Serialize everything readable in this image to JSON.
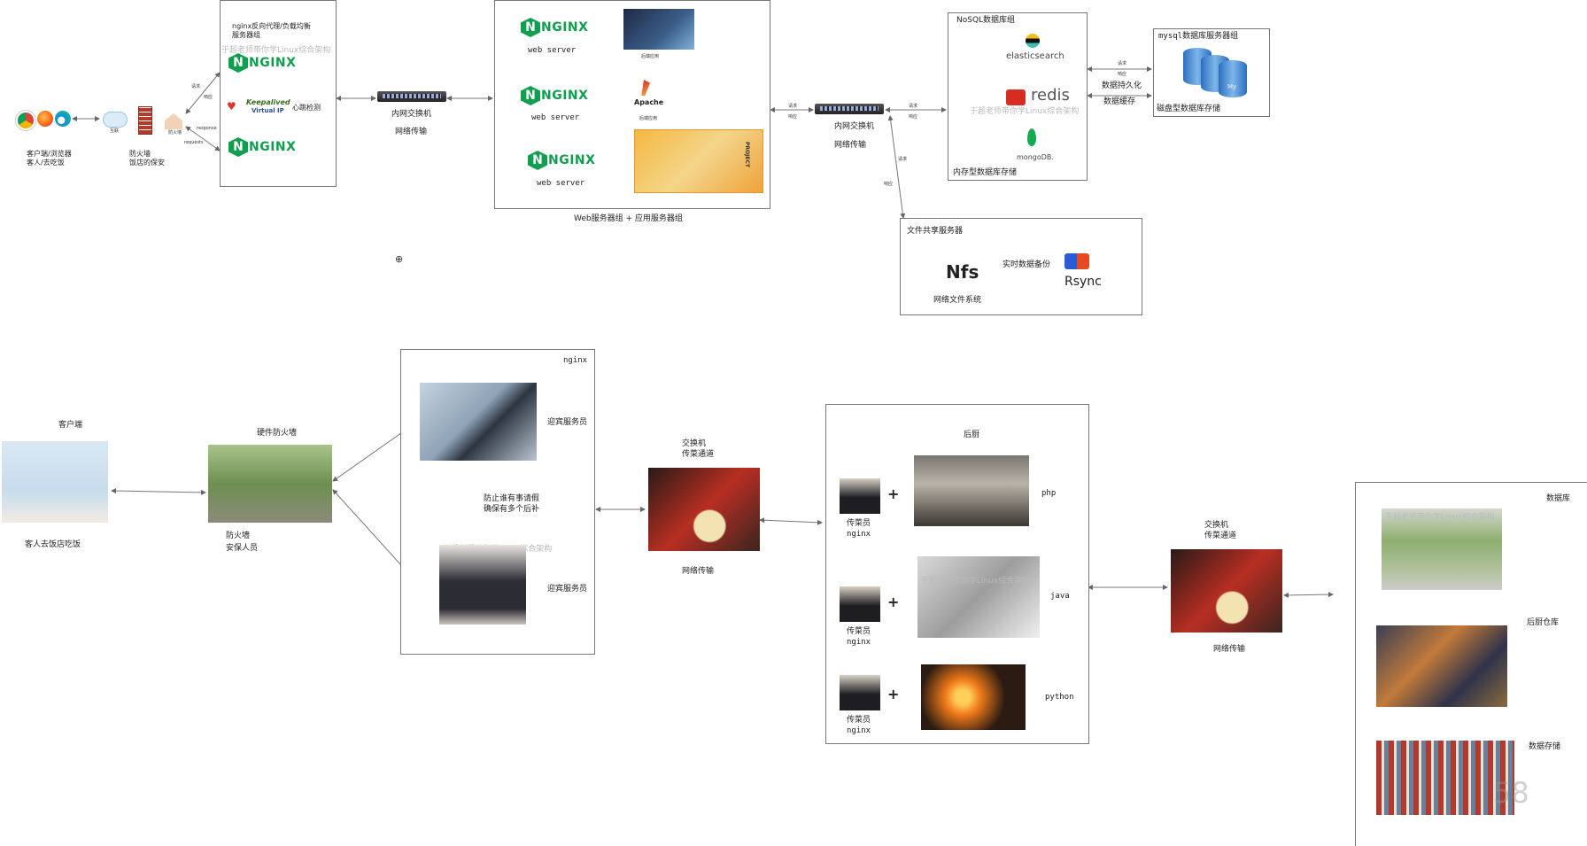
{
  "top": {
    "client_label": "客户端/浏览器",
    "client_sub": "客人/去吃饭",
    "firewall_label": "防火墙",
    "firewall_sub": "饭店的保安",
    "cloud_label": "互联",
    "firewall_icon_label": "防火墙",
    "request_label": "请求",
    "response_label_cn": "响应",
    "response_label": "response",
    "requests_label": "requests",
    "lb_group_title": "nginx反向代理/负载均衡",
    "lb_group_title2": "服务器组",
    "nginx_logo": "NGINX",
    "keepalived_label": "Keepalived",
    "keepalived_sub": "Virtual IP",
    "heartbeat_label": "心跳检测",
    "switch1_label": "内网交换机",
    "switch1_sub": "网络传输",
    "web_server_label": "web server",
    "backend_app_label": "后端应用",
    "apache_label": "Apache",
    "web_group_title": "Web服务器组 + 应用服务器组",
    "switch2_label": "内网交换机",
    "switch2_sub": "网络传输",
    "nosql_title": "NoSQL数据库组",
    "elasticsearch_label": "elasticsearch",
    "redis_label": "redis",
    "mongodb_label": "mongoDB.",
    "nosql_footer": "内存型数据库存储",
    "persist_label": "数据持久化",
    "cache_label": "数据缓存",
    "mysql_title": "mysql数据库服务器组",
    "mysql_footer": "磁盘型数据库存储",
    "mysql_cyl_label": "My",
    "file_title": "文件共享服务器",
    "nfs_label": "Nfs",
    "nfs_sub": "网络文件系统",
    "sync_label": "实时数据备份",
    "rsync_label": "Rsync",
    "watermark": "于超老师带你学Linux综合架构",
    "project_label": "PROJECT"
  },
  "bottom": {
    "client_title": "客户端",
    "client_caption": "客人去饭店吃饭",
    "firewall_title": "硬件防火墙",
    "firewall_caption1": "防火墙",
    "firewall_caption2": "安保人员",
    "nginx_box_title": "nginx",
    "greeter1_label": "迎宾服务员",
    "greeter2_label": "迎宾服务员",
    "backup_note1": "防止谁有事请假",
    "backup_note2": "确保有多个后补",
    "switch_title1": "交换机",
    "switch_title2": "传菜通道",
    "switch_caption": "网络传输",
    "kitchen_title": "后厨",
    "waiter_label": "传菜员",
    "waiter_sub": "nginx",
    "lang_php": "php",
    "lang_java": "java",
    "lang_python": "python",
    "plus": "+",
    "switch2_title1": "交换机",
    "switch2_title2": "传菜通道",
    "switch2_caption": "网络传输",
    "db_title": "数据库",
    "warehouse_label": "后厨仓库",
    "storage_label": "数据存储",
    "page_number": "58"
  },
  "colors": {
    "nginx_green": "#0f9f4e",
    "redis_red": "#d82c20",
    "mongo_green": "#13aa52",
    "rsync_blue": "#2a5bd7"
  }
}
